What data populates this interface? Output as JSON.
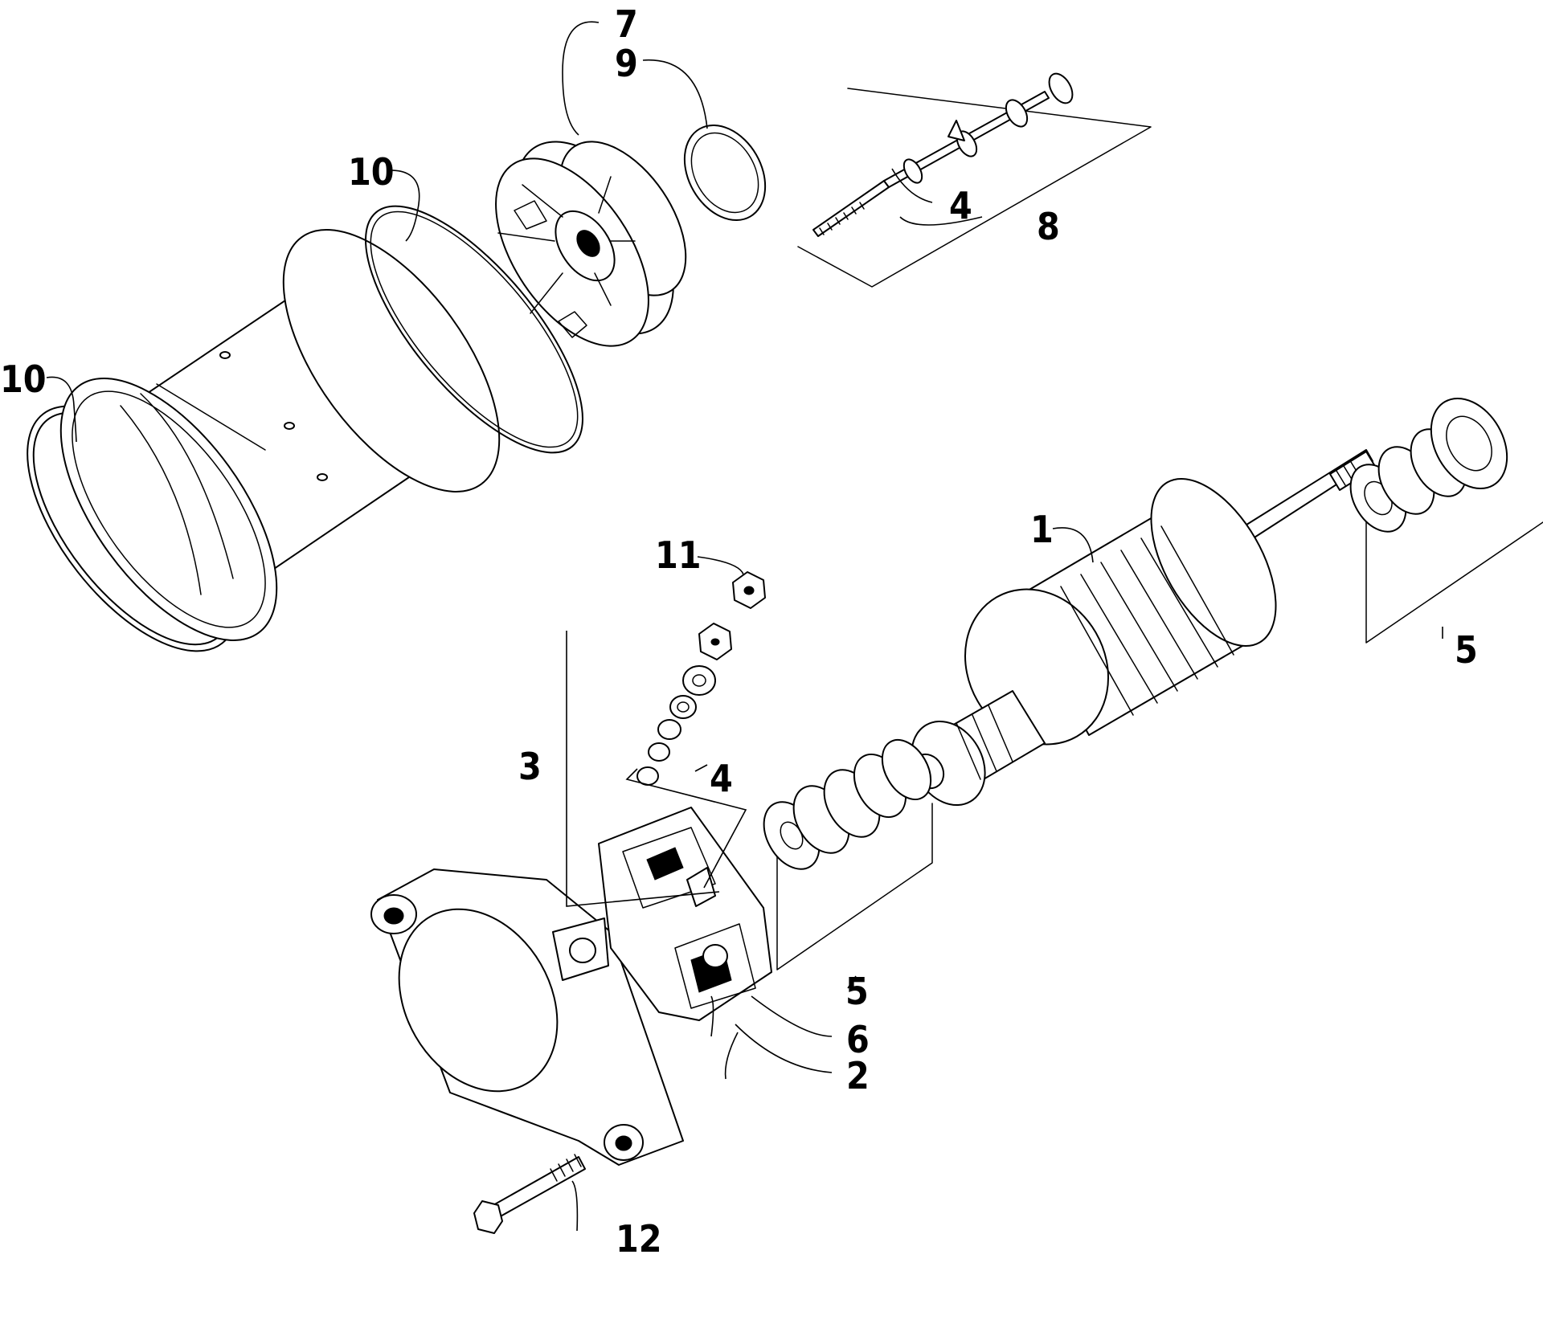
{
  "callouts": {
    "c1": "1",
    "c2": "2",
    "c3": "3",
    "c4a": "4",
    "c4b": "4",
    "c5a": "5",
    "c5b": "5",
    "c6": "6",
    "c7": "7",
    "c8": "8",
    "c9": "9",
    "c10a": "10",
    "c10b": "10",
    "c11": "11",
    "c12": "12"
  }
}
